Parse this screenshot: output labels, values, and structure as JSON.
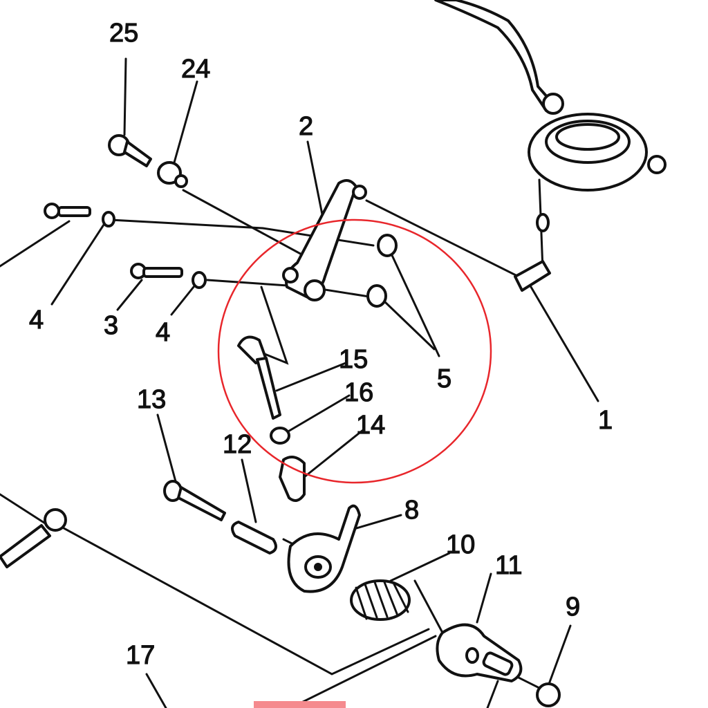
{
  "diagram": {
    "callouts": {
      "c25": "25",
      "c24": "24",
      "c2": "2",
      "c4a": "4",
      "c3": "3",
      "c4b": "4",
      "c5": "5",
      "c15": "15",
      "c16": "16",
      "c14": "14",
      "c13": "13",
      "c12": "12",
      "c1": "1",
      "c8": "8",
      "c10": "10",
      "c11": "11",
      "c9": "9",
      "c17": "17"
    },
    "highlight_color": "#e8262b",
    "tag_color": "#f58a8e"
  }
}
